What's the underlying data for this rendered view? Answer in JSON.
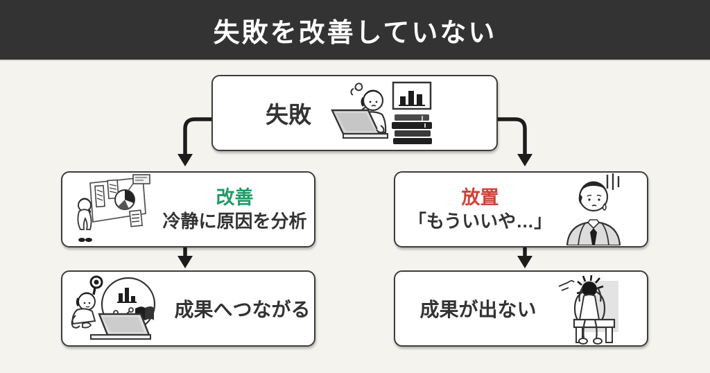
{
  "header": {
    "title": "失敗を改善していない"
  },
  "colors": {
    "header_bg": "#333333",
    "header_text": "#ffffff",
    "canvas_bg": "#f4f3ee",
    "box_bg": "#ffffff",
    "box_border": "#3c3c3c",
    "text": "#333333",
    "improve_accent": "#219a67",
    "neglect_accent": "#cf4237",
    "arrow": "#1c1c1c"
  },
  "flow": {
    "failure": {
      "label": "失敗",
      "icon": "frustrated-worker-at-laptop-icon"
    },
    "improve": {
      "label": "改善",
      "desc": "冷静に原因を分析",
      "icon": "person-analyzing-charts-icon"
    },
    "neglect": {
      "label": "放置",
      "desc": "「もういいや…」",
      "icon": "dejected-businessman-icon"
    },
    "good_result": {
      "label": "成果へつながる",
      "icon": "research-success-icon"
    },
    "bad_result": {
      "label": "成果が出ない",
      "icon": "despairing-person-on-bench-icon"
    }
  }
}
